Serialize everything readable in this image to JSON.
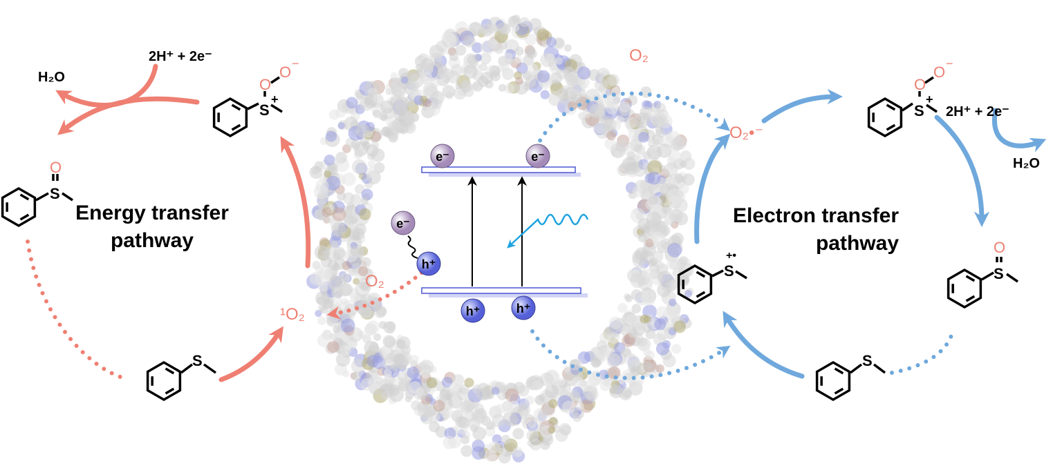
{
  "colors": {
    "energy": "#EE7F72",
    "electron": "#6FA8DC",
    "light": "#1FA3E0",
    "band": "#4a55d0"
  },
  "energy_pathway": {
    "title_line1": "Energy transfer",
    "title_line2": "pathway",
    "water": "H₂O",
    "protons_electrons": "2H⁺ + 2e⁻",
    "singlet_oxygen": "¹O₂",
    "oxygen": "O₂",
    "peroxy_S": "S",
    "peroxy_charge": "+",
    "peroxy_O1": "O",
    "peroxy_O2": "O",
    "peroxy_O2_charge": "−",
    "sulfoxide_S": "S",
    "sulfoxide_O": "O",
    "sulfide_S": "S"
  },
  "electron_pathway": {
    "title_line1": "Electron transfer",
    "title_line2": "pathway",
    "water": "H₂O",
    "protons_electrons": "2H⁺ + 2e⁻",
    "oxygen": "O₂",
    "superoxide": "O₂•⁻",
    "peroxy_S": "S",
    "peroxy_charge": "+",
    "peroxy_O1": "O",
    "peroxy_O2": "O",
    "peroxy_O2_charge": "−",
    "radical_cation_S": "S",
    "radical_cation_charge": "+•",
    "sulfoxide_S": "S",
    "sulfoxide_O": "O",
    "sulfide_S": "S"
  },
  "center": {
    "electron": "e⁻",
    "hole": "h⁺"
  }
}
